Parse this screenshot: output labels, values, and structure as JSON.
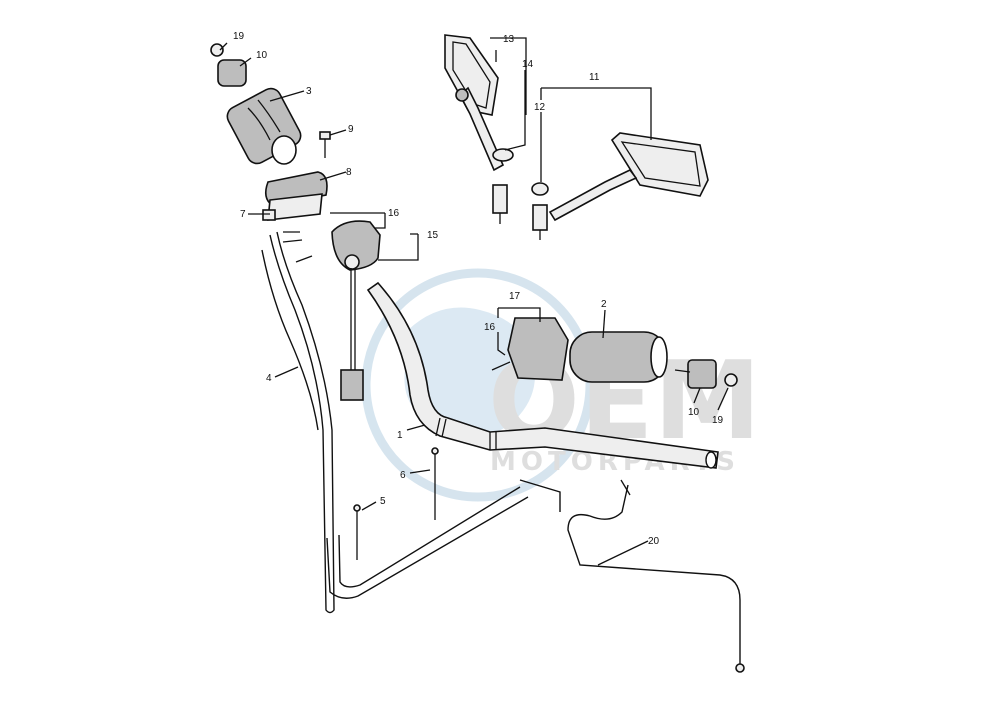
{
  "watermark": {
    "brand": "OEM",
    "sub": "MOTORPARTS",
    "color": "#c8dbe8",
    "text_color": "#d9d9d9"
  },
  "callouts": [
    {
      "id": "c19a",
      "text": "19"
    },
    {
      "id": "c10a",
      "text": "10"
    },
    {
      "id": "c3",
      "text": "3"
    },
    {
      "id": "c9",
      "text": "9"
    },
    {
      "id": "c8",
      "text": "8"
    },
    {
      "id": "c7",
      "text": "7"
    },
    {
      "id": "c16a",
      "text": "16"
    },
    {
      "id": "c15",
      "text": "15"
    },
    {
      "id": "c13",
      "text": "13"
    },
    {
      "id": "c14",
      "text": "14"
    },
    {
      "id": "c11",
      "text": "11"
    },
    {
      "id": "c12",
      "text": "12"
    },
    {
      "id": "c17",
      "text": "17"
    },
    {
      "id": "c16b",
      "text": "16"
    },
    {
      "id": "c2",
      "text": "2"
    },
    {
      "id": "c10b",
      "text": "10"
    },
    {
      "id": "c19b",
      "text": "19"
    },
    {
      "id": "c4",
      "text": "4"
    },
    {
      "id": "c1",
      "text": "1"
    },
    {
      "id": "c6",
      "text": "6"
    },
    {
      "id": "c5",
      "text": "5"
    },
    {
      "id": "c20",
      "text": "20"
    }
  ]
}
